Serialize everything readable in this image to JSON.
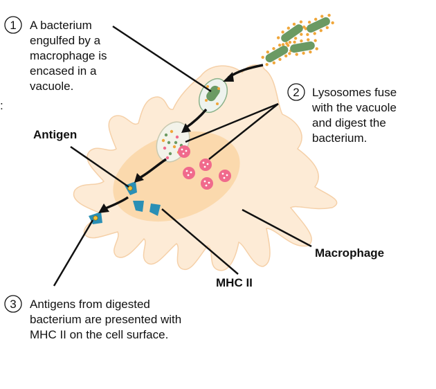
{
  "steps": [
    {
      "number": "1",
      "lines": [
        "A bacterium",
        "engulfed by a",
        "macrophage is",
        "encased in a",
        "vacuole."
      ]
    },
    {
      "number": "2",
      "lines": [
        "Lysosomes fuse",
        "with the vacuole",
        "and digest the",
        "bacterium."
      ]
    },
    {
      "number": "3",
      "lines": [
        "Antigens from digested",
        "bacterium are presented with",
        "MHC II on the cell surface."
      ]
    }
  ],
  "labels": {
    "antigen": "Antigen",
    "mhc": "MHC II",
    "macrophage": "Macrophage"
  },
  "colors": {
    "cell_outer": "#fdebd6",
    "cell_inner": "#fbd9ad",
    "bacteria": "#6b9a63",
    "bacteria_dots": "#f0a63a",
    "lysosome": "#f06a8c",
    "mhc": "#2a8fb5",
    "antigen": "#f2c23a"
  }
}
